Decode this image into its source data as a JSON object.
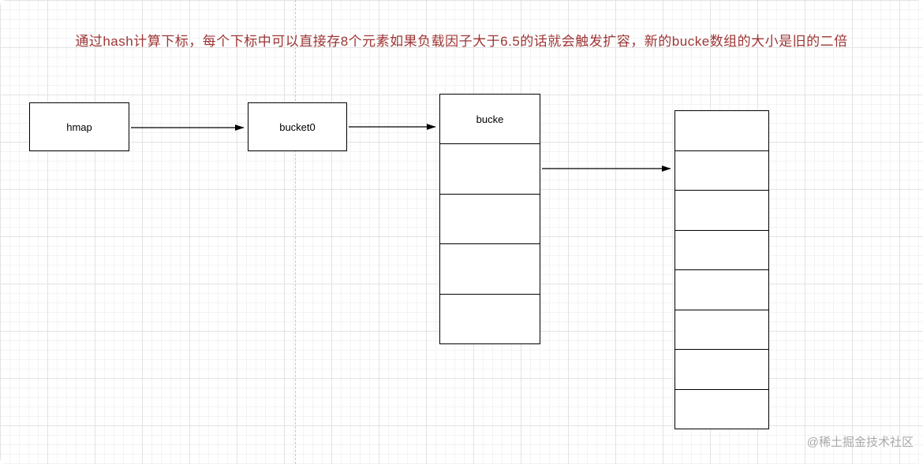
{
  "canvas": {
    "title": "通过hash计算下标，每个下标中可以直接存8个元素如果负载因子大于6.5的话就会触发扩容，新的bucke数组的大小是旧的二倍",
    "title_color": "#9e3434",
    "watermark": "@稀土掘金技术社区",
    "grid_major_color": "#e3e3e3",
    "grid_minor_color": "#f3f3f3",
    "shape_border_color": "#000000",
    "shape_fill_color": "#ffffff"
  },
  "diagram": {
    "type": "flow",
    "nodes": [
      {
        "id": "hmap",
        "label": "hmap"
      },
      {
        "id": "bucket0",
        "label": "bucket0"
      },
      {
        "id": "bucket-stack",
        "label": "bucke",
        "cells": 5
      },
      {
        "id": "overflow-stack",
        "label": "",
        "cells": 8
      }
    ],
    "edges": [
      {
        "from": "hmap",
        "to": "bucket0"
      },
      {
        "from": "bucket0",
        "to": "bucket-stack"
      },
      {
        "from": "bucket-stack-cell-2",
        "to": "overflow-stack"
      }
    ]
  }
}
